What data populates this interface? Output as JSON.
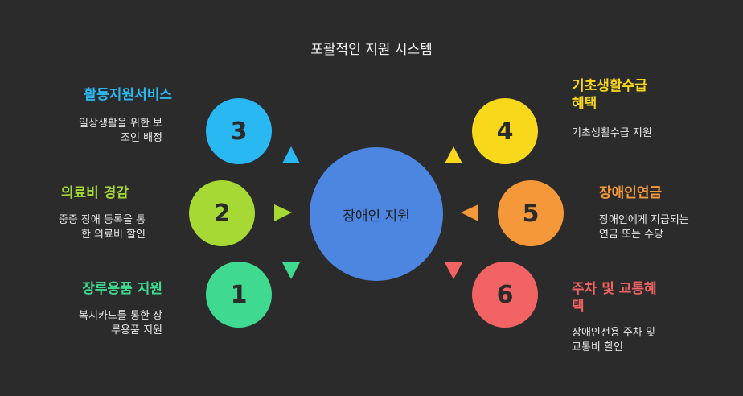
{
  "title": "포괄적인 지원 시스템",
  "center": {
    "label": "장애인 지원",
    "color": "#4d86e0"
  },
  "nodes": [
    {
      "number": "1",
      "heading": "장루용품 지원",
      "desc_lines": [
        "복지카드를 통한 장",
        "루용품 지원"
      ],
      "color": "#3fd98f"
    },
    {
      "number": "2",
      "heading": "의료비 경감",
      "desc_lines": [
        "중증 장애 등록을 통",
        "한 의료비 할인"
      ],
      "color": "#a6d933"
    },
    {
      "number": "3",
      "heading": "활동지원서비스",
      "desc_lines": [
        "일상생활을 위한 보",
        "조인 배정"
      ],
      "color": "#29b8f2"
    },
    {
      "number": "4",
      "heading_lines": [
        "기초생활수급",
        "혜택"
      ],
      "desc_lines": [
        "기초생활수급 지원"
      ],
      "color": "#f8d81a"
    },
    {
      "number": "5",
      "heading": "장애인연금",
      "desc_lines": [
        "장애인에게 지급되는",
        "연금 또는 수당"
      ],
      "color": "#f5983a"
    },
    {
      "number": "6",
      "heading_lines": [
        "주차 및 교통혜",
        "택"
      ],
      "desc_lines": [
        "장애인전용 주차 및",
        "교통비 할인"
      ],
      "color": "#f26363"
    }
  ]
}
